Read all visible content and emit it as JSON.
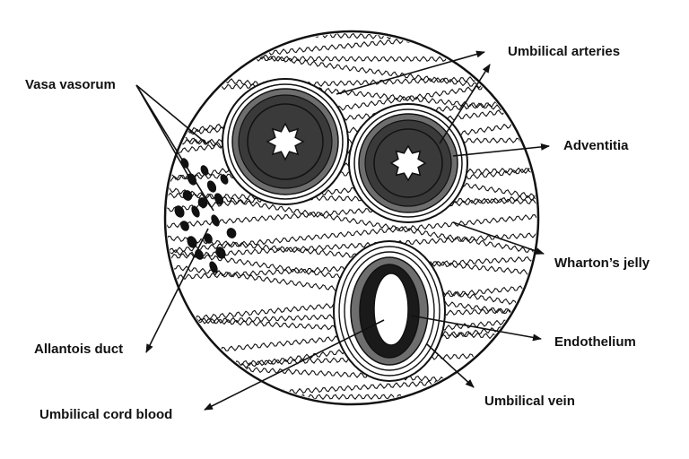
{
  "colors": {
    "ink": "#111111",
    "wall": "#3a3a3a",
    "media": "#6e6e6e",
    "background": "#ffffff"
  },
  "labels": {
    "vasa_vasorum": "Vasa vasorum",
    "umbilical_arteries": "Umbilical arteries",
    "adventitia": "Adventitia",
    "whartons_jelly": "Wharton’s jelly",
    "endothelium": "Endothelium",
    "umbilical_vein": "Umbilical vein",
    "allantois_duct": "Allantois duct",
    "umbilical_cord_blood": "Umbilical cord blood"
  }
}
